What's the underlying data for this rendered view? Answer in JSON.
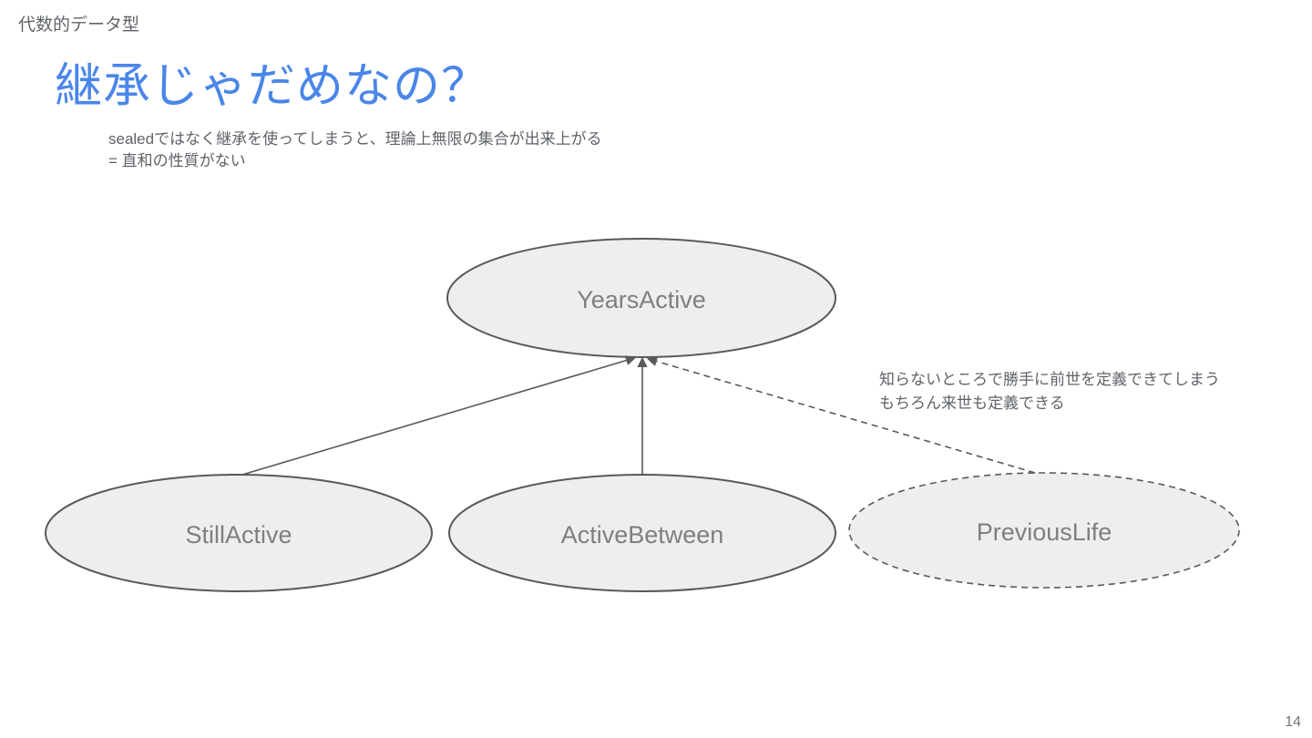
{
  "slide": {
    "kicker": "代数的データ型",
    "title": "継承じゃだめなの？",
    "body_lines": [
      "sealedではなく継承を使ってしまうと、理論上無限の集合が出来上がる",
      "= 直和の性質がない"
    ],
    "page_number": "14"
  },
  "diagram": {
    "nodes": [
      {
        "id": "years-active",
        "label": "YearsActive",
        "style": "solid"
      },
      {
        "id": "still-active",
        "label": "StillActive",
        "style": "solid"
      },
      {
        "id": "active-between",
        "label": "ActiveBetween",
        "style": "solid"
      },
      {
        "id": "previous-life",
        "label": "PreviousLife",
        "style": "dashed"
      }
    ],
    "edges": [
      {
        "from": "still-active",
        "to": "years-active",
        "style": "solid"
      },
      {
        "from": "active-between",
        "to": "years-active",
        "style": "solid"
      },
      {
        "from": "previous-life",
        "to": "years-active",
        "style": "dashed"
      }
    ],
    "annotation_lines": [
      "知らないところで勝手に前世を定義できてしまう",
      "もちろん来世も定義できる"
    ]
  },
  "colors": {
    "title_blue": "#4a86e8",
    "text_gray": "#5f6368",
    "node_fill": "#eeeeee",
    "node_stroke": "#595959",
    "node_label": "#7f7f7f"
  }
}
